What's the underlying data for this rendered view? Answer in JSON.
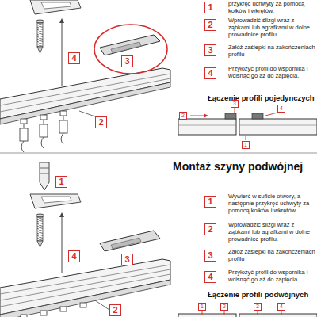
{
  "diagram": {
    "labels": [
      "1",
      "przykręć uchwyty za pomocą kołków i wkrętów.",
      "2",
      "Wprowadzić ślizgi wraz z ząbkami lub agrafkami w dolne prowadnice profilu.",
      "3",
      "Załóż zaślepki na zakończeniach profilu",
      "4",
      "Przyłożyć profil do wspornika i wcisnąć go aż do zapięcia.",
      "4",
      "3",
      "2",
      "Łączenie profili pojedynczych",
      "2",
      "3",
      "4",
      "1",
      "Montaż szyny podwójnej",
      "1",
      "4",
      "3",
      "2",
      "1",
      "Wywierć w suficie otwory, a następnie przykręć uchwyty za pomocą kołków i wkrętów.",
      "2",
      "Wprowadzić ślizgi wraz z ząbkami lub agrafkami w dolne prowadnice profilu.",
      "3",
      "Załóż zaślepki na zakończeniach profilu",
      "4",
      "Przyłożyć profil do wspornika i wcisnąć go aż do zapięcia.",
      "Łączenie profili podwójnych",
      "1",
      "2",
      "3",
      "4"
    ]
  }
}
